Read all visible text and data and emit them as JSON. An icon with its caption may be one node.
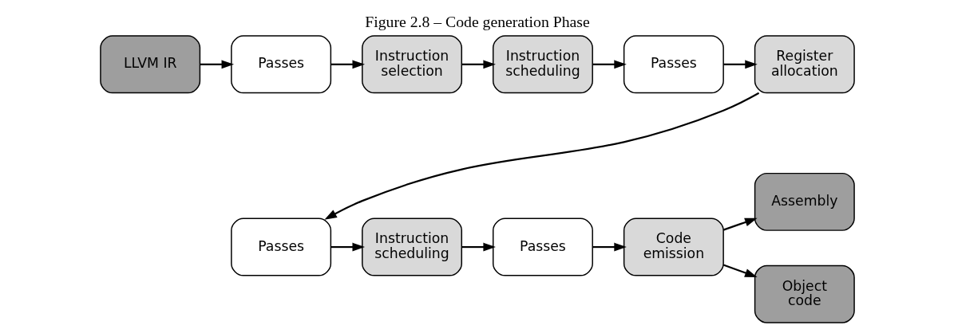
{
  "diagram": {
    "title": "Figure 2.8 – Code generation Phase",
    "nodes": [
      {
        "text": [
          "LLVM IR"
        ]
      },
      {
        "text": [
          "Passes"
        ]
      },
      {
        "text": [
          "Instruction selection"
        ]
      },
      {
        "text": [
          "Instruction scheduling"
        ]
      },
      {
        "text": [
          "Passes"
        ]
      },
      {
        "text": [
          "Register allocation"
        ]
      },
      {
        "text": [
          "Passes"
        ]
      },
      {
        "text": [
          "Instruction scheduling"
        ]
      },
      {
        "text": [
          "Passes"
        ]
      },
      {
        "text": [
          "Code emission"
        ]
      },
      {
        "text": [
          "Assembly"
        ]
      },
      {
        "text": [
          "Object code"
        ]
      }
    ],
    "edges": [
      {
        "from": 0,
        "to": 1,
        "arrow": "to"
      },
      {
        "from": 1,
        "to": 2,
        "arrow": "to"
      },
      {
        "from": 2,
        "to": 3,
        "arrow": "to"
      },
      {
        "from": 3,
        "to": 4,
        "arrow": "to"
      },
      {
        "from": 4,
        "to": 5,
        "arrow": "to"
      },
      {
        "from": 5,
        "to": 6,
        "arrow": "to"
      },
      {
        "from": 6,
        "to": 7,
        "arrow": "to"
      },
      {
        "from": 7,
        "to": 8,
        "arrow": "to"
      },
      {
        "from": 8,
        "to": 9,
        "arrow": "to"
      },
      {
        "from": 9,
        "to": 10,
        "arrow": "to"
      },
      {
        "from": 9,
        "to": 11,
        "arrow": "to"
      }
    ]
  }
}
